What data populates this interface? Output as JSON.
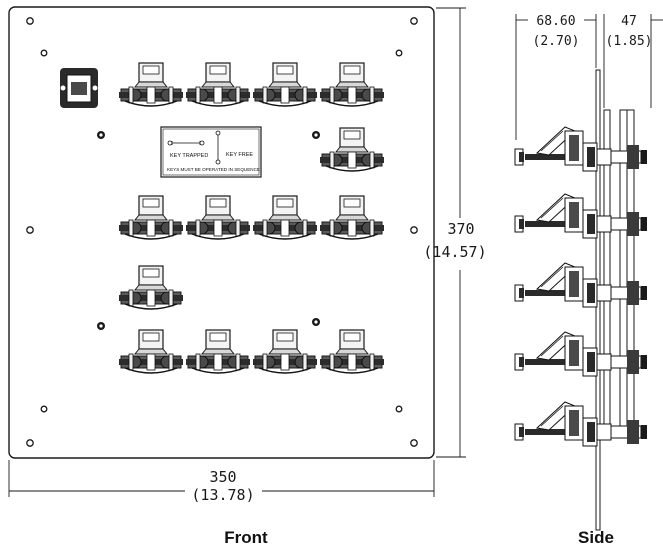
{
  "front": {
    "label": "Front",
    "width_mm": "350",
    "width_in": "(13.78)",
    "height_mm": "370",
    "height_in": "(14.57)"
  },
  "side": {
    "label": "Side",
    "offset_mm": "68.60",
    "offset_in": "(2.70)",
    "depth_mm": "47",
    "depth_in": "(1.85)"
  },
  "nameplate": {
    "key_trapped": "KEY TRAPPED",
    "key_free": "KEY FREE",
    "sequence_note": "KEYS MUST BE OPERATED IN SEQUENCE"
  },
  "colors": {
    "line": "#1a1a1a",
    "panel_fill": "#ffffff",
    "lock_fill": "#3a3a3a"
  }
}
